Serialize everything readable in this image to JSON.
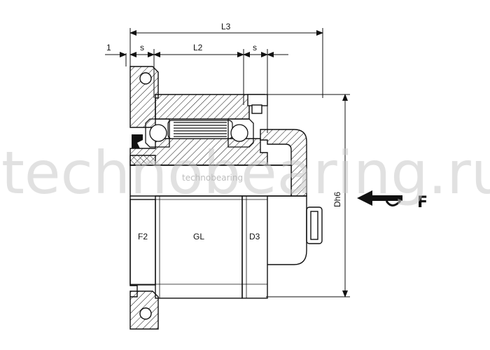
{
  "drawing": {
    "dimensions": {
      "overall_length": "L3",
      "offset": "1",
      "gap_left": "s",
      "inner_length": "L2",
      "gap_right": "s",
      "outer_diameter": "Dh6"
    },
    "section_labels": {
      "left_flange": "F2",
      "middle": "GL",
      "right_ring": "D3"
    },
    "force": {
      "label": "F"
    },
    "watermark": {
      "text": "technobearing.ru",
      "small_text": "technobearing"
    },
    "colors": {
      "line": "#111111",
      "hatch": "#111111",
      "watermark": "#c8c8c8",
      "background": "#ffffff"
    }
  }
}
